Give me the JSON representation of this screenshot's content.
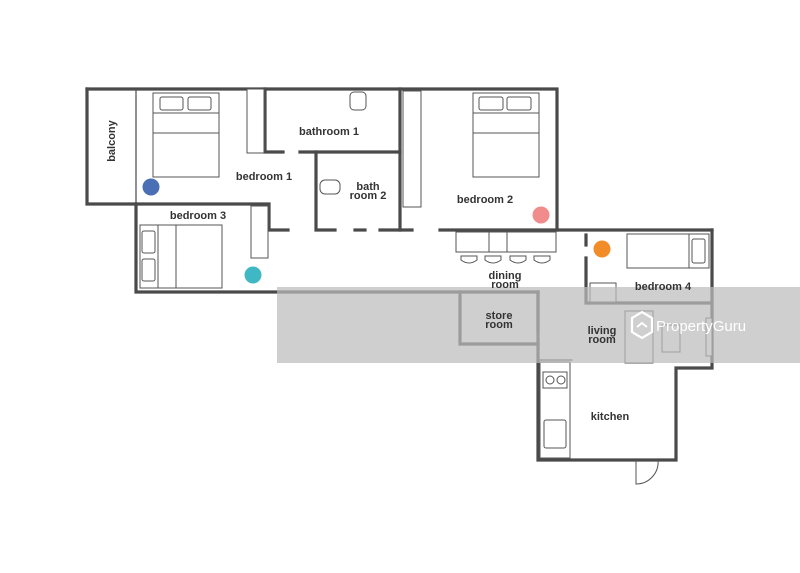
{
  "rooms": {
    "balcony": "balcony",
    "bedroom1": "bedroom 1",
    "bathroom1": "bathroom 1",
    "bathroom2_line1": "bath",
    "bathroom2_line2": "room 2",
    "bedroom2": "bedroom 2",
    "bedroom3": "bedroom 3",
    "dining_line1": "dining",
    "dining_line2": "room",
    "bedroom4": "bedroom 4",
    "store_line1": "store",
    "store_line2": "room",
    "living_line1": "living",
    "living_line2": "room",
    "kitchen": "kitchen"
  },
  "markers": {
    "bedroom1": "#4a6fb5",
    "bedroom2": "#f08c8c",
    "bedroom3": "#3fb8c4",
    "bedroom4": "#f28c28"
  },
  "watermark": {
    "brand": "PropertyGuru",
    "logo_icon": "propertyguru-logo-icon"
  }
}
